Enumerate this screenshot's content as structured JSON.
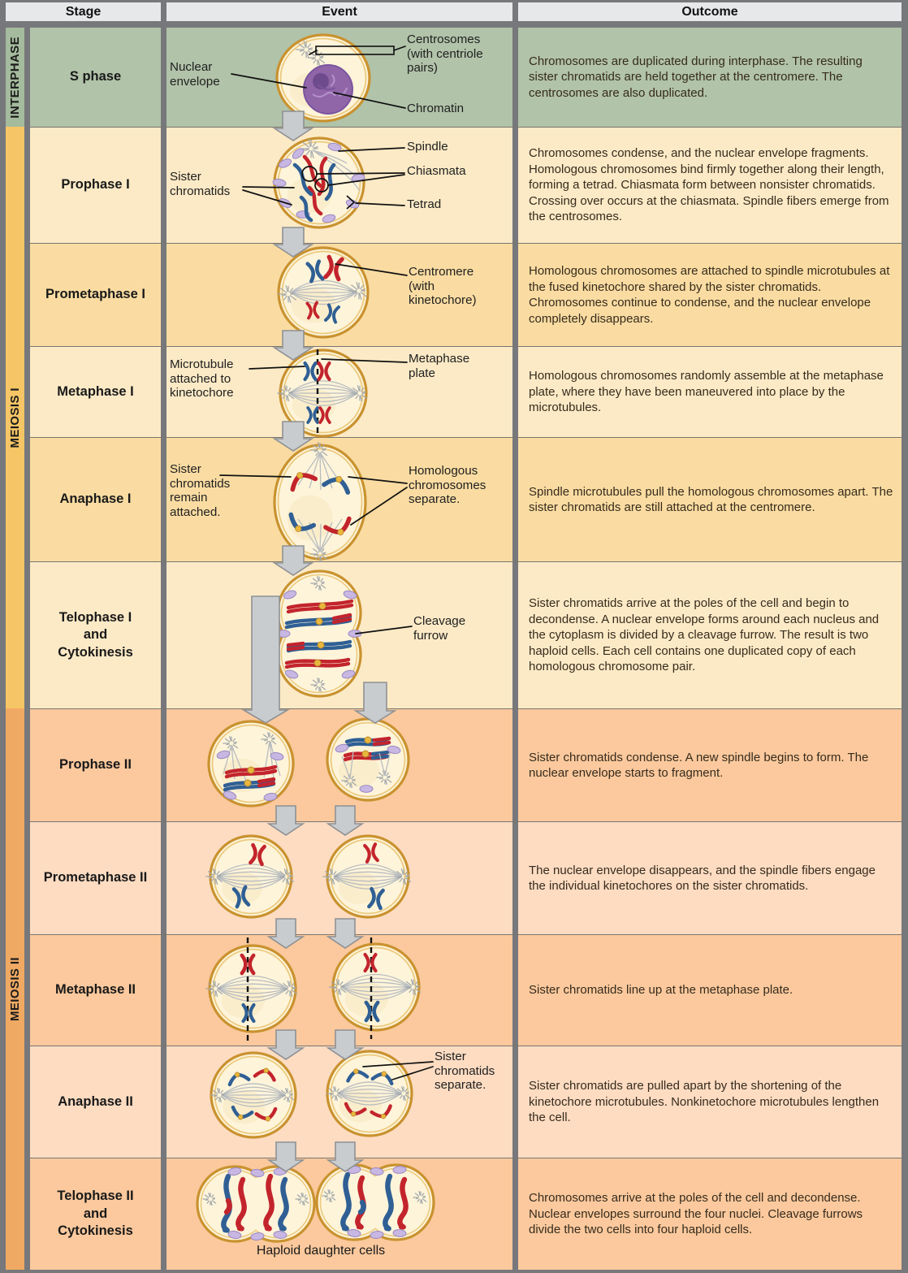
{
  "header": {
    "stage": "Stage",
    "event": "Event",
    "outcome": "Outcome"
  },
  "sections": [
    {
      "label": "INTERPHASE"
    },
    {
      "label": "MEIOSIS I"
    },
    {
      "label": "MEIOSIS II"
    }
  ],
  "rows": [
    {
      "stage": "S phase",
      "outcome": "Chromosomes are duplicated during interphase. The resulting sister chromatids are held together at the centromere. The centrosomes are also duplicated.",
      "labels": {
        "nuclear_envelope": "Nuclear\nenvelope",
        "centrosomes": "Centrosomes\n(with centriole\npairs)",
        "chromatin": "Chromatin"
      }
    },
    {
      "stage": "Prophase I",
      "outcome": "Chromosomes condense, and the nuclear envelope fragments. Homologous chromosomes bind firmly together along their length, forming a tetrad. Chiasmata form between nonsister chromatids. Crossing over occurs at the chiasmata. Spindle fibers emerge from the centrosomes.",
      "labels": {
        "sister_chromatids": "Sister\nchromatids",
        "spindle": "Spindle",
        "chiasmata": "Chiasmata",
        "tetrad": "Tetrad"
      }
    },
    {
      "stage": "Prometaphase I",
      "outcome": "Homologous chromosomes are attached to spindle microtubules at the fused kinetochore shared by the sister chromatids. Chromosomes continue to condense, and the nuclear envelope completely disappears.",
      "labels": {
        "centromere": "Centromere\n(with\nkinetochore)"
      }
    },
    {
      "stage": "Metaphase I",
      "outcome": "Homologous chromosomes randomly assemble at the metaphase plate, where they have been maneuvered into place by the microtubules.",
      "labels": {
        "microtubule": "Microtubule\nattached to\nkinetochore",
        "metaphase_plate": "Metaphase\nplate"
      }
    },
    {
      "stage": "Anaphase I",
      "outcome": "Spindle microtubules pull the homologous chromosomes apart. The sister chromatids are still attached at the centromere.",
      "labels": {
        "sister_remain": "Sister\nchromatids\nremain\nattached.",
        "homologous_separate": "Homologous\nchromosomes\nseparate."
      }
    },
    {
      "stage": "Telophase I\nand\nCytokinesis",
      "outcome": "Sister chromatids arrive at the poles of the cell and begin to decondense. A nuclear envelope forms around each nucleus and the cytoplasm is divided by a cleavage furrow. The result is two haploid cells. Each cell contains one duplicated copy of each homologous chromosome pair.",
      "labels": {
        "cleavage_furrow": "Cleavage\nfurrow"
      }
    },
    {
      "stage": "Prophase II",
      "outcome": "Sister chromatids condense. A new spindle begins to form. The nuclear envelope starts to fragment.",
      "labels": {}
    },
    {
      "stage": "Prometaphase II",
      "outcome": "The nuclear envelope disappears, and the spindle fibers engage the individual kinetochores on the sister chromatids.",
      "labels": {}
    },
    {
      "stage": "Metaphase II",
      "outcome": "Sister chromatids line up at the metaphase plate.",
      "labels": {}
    },
    {
      "stage": "Anaphase II",
      "outcome": "Sister chromatids are pulled apart by the shortening of the kinetochore microtubules. Nonkinetochore microtubules lengthen the cell.",
      "labels": {
        "sister_separate": "Sister\nchromatids\nseparate."
      }
    },
    {
      "stage": "Telophase II\nand\nCytokinesis",
      "outcome": "Chromosomes arrive at the poles of the cell and decondense. Nuclear envelopes surround the four nuclei. Cleavage furrows divide the two cells into four haploid cells.",
      "labels": {
        "haploid": "Haploid daughter cells"
      }
    }
  ],
  "colors": {
    "grid": "#77787b",
    "header_bg": "#e7e8ea",
    "row_interphase": "#b1c3a9",
    "row_meiosis1_light": "#fceac6",
    "row_meiosis1_dark": "#fadca2",
    "row_meiosis2_dark": "#fbc99d",
    "row_meiosis2_light": "#fddcc2",
    "band_interphase": "#a5bb9d",
    "band_meiosis1": "#f6c565",
    "band_meiosis2": "#f0a963",
    "chromosome_red": "#c3242c",
    "chromosome_blue": "#2f5f94",
    "centromere_yellow": "#e9b63e",
    "cell_membrane": "#c9922f",
    "nucleus_purple": "#9066a9"
  }
}
